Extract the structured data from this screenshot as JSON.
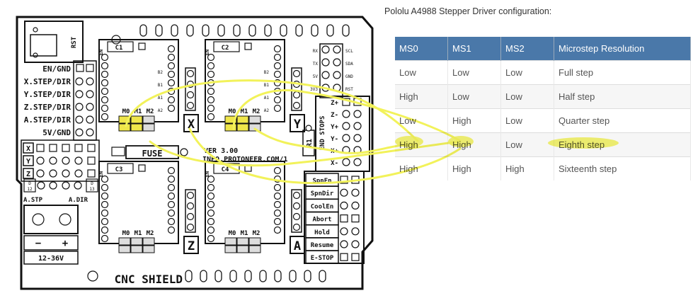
{
  "board": {
    "rst": "RST",
    "left_pins": [
      "EN/GND",
      "X.STEP/DIR",
      "Y.STEP/DIR",
      "Z.STEP/DIR",
      "A.STEP/DIR",
      "5V/GND"
    ],
    "axis_rows": [
      "X",
      "Y",
      "Z"
    ],
    "d12": "D\n12",
    "d13": "D\n13",
    "a_stp": "A.STP",
    "a_dir": "A.DIR",
    "minus": "−",
    "plus": "+",
    "voltage": "12-36V",
    "fuse": "FUSE",
    "ver": "VER 3.00",
    "url": "INFO.PROTONEER.COM/1",
    "name": "CNC SHIELD",
    "r1": "R1",
    "en": "EN",
    "drivers": [
      {
        "cap": "C1",
        "axis": "X"
      },
      {
        "cap": "C2",
        "axis": "Y"
      },
      {
        "cap": "C3",
        "axis": "Z"
      },
      {
        "cap": "C4",
        "axis": "A"
      }
    ],
    "mlabels": [
      "M0",
      "M1",
      "M2"
    ],
    "driver_pins": [
      "B2",
      "B1",
      "A1",
      "A2"
    ],
    "top_right": [
      [
        "RX",
        "SCL"
      ],
      [
        "TX",
        "SDA"
      ],
      [
        "5V",
        "GND"
      ],
      [
        "3V3",
        "RST"
      ]
    ],
    "end_stops_label": "END STOPS",
    "end_stops": [
      "Z+",
      "Z-",
      "Y+",
      "Y-",
      "X+",
      "X-"
    ],
    "ctrl": [
      "SpnEn",
      "SpnDir",
      "CoolEn",
      "Abort",
      "Hold",
      "Resume",
      "E-STOP"
    ]
  },
  "config": {
    "title": "Pololu A4988 Stepper Driver configuration:",
    "headers": [
      "MS0",
      "MS1",
      "MS2",
      "Microstep Resolution"
    ],
    "rows": [
      [
        "Low",
        "Low",
        "Low",
        "Full step"
      ],
      [
        "High",
        "Low",
        "Low",
        "Half step"
      ],
      [
        "Low",
        "High",
        "Low",
        "Quarter step"
      ],
      [
        "High",
        "High",
        "Low",
        "Eighth step"
      ],
      [
        "High",
        "High",
        "High",
        "Sixteenth step"
      ]
    ]
  },
  "colors": {
    "highlight": "#f2f25a",
    "jumper": "#efe64a",
    "pcb_outline": "#111111"
  }
}
